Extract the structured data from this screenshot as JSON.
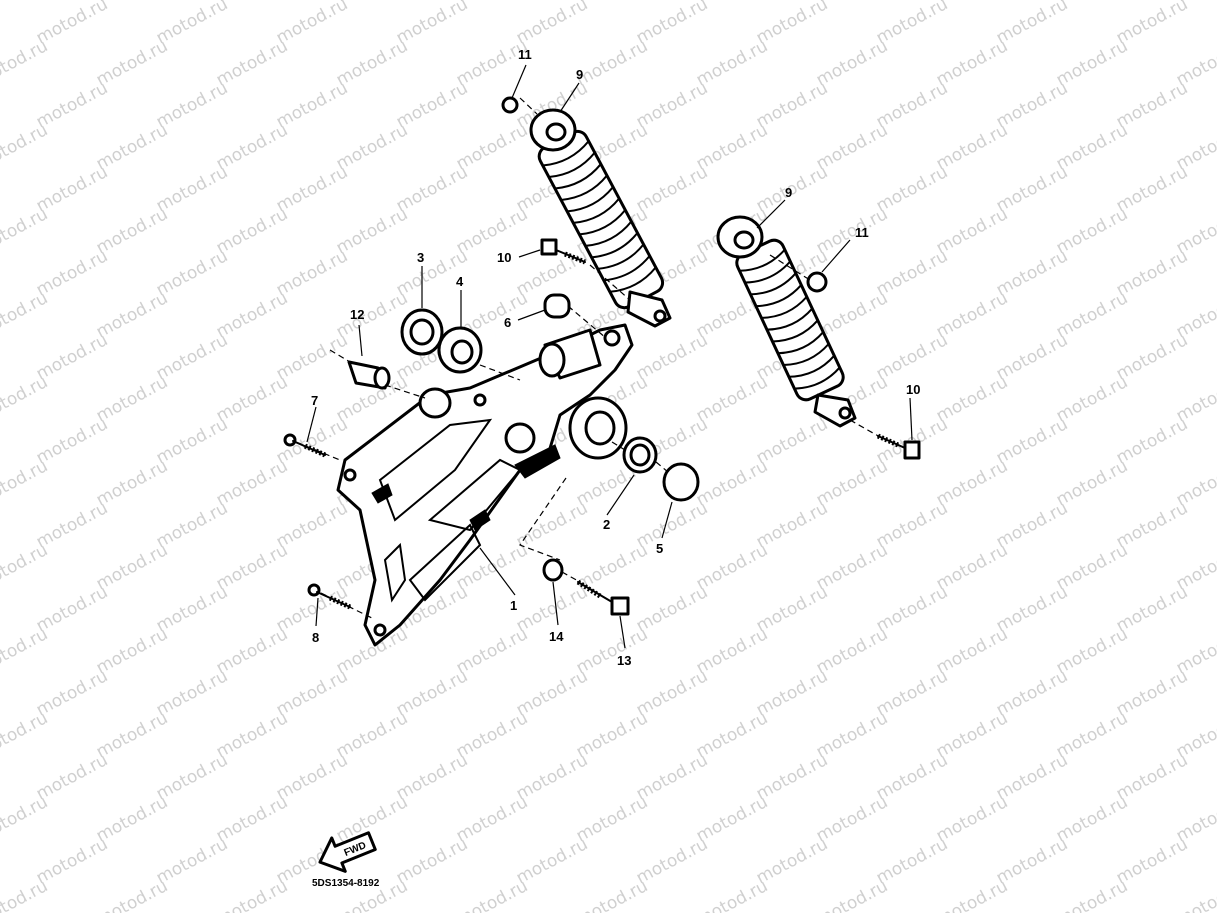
{
  "watermark": {
    "text": "motod.ru"
  },
  "callouts": {
    "c1": "1",
    "c2": "2",
    "c3": "3",
    "c4": "4",
    "c5": "5",
    "c6": "6",
    "c7": "7",
    "c8": "8",
    "c9a": "9",
    "c9b": "9",
    "c10a": "10",
    "c10b": "10",
    "c11a": "11",
    "c11b": "11",
    "c12": "12",
    "c13": "13",
    "c14": "14"
  },
  "direction_arrow": {
    "label": "FWD"
  },
  "part_code": "5DS1354-8192"
}
